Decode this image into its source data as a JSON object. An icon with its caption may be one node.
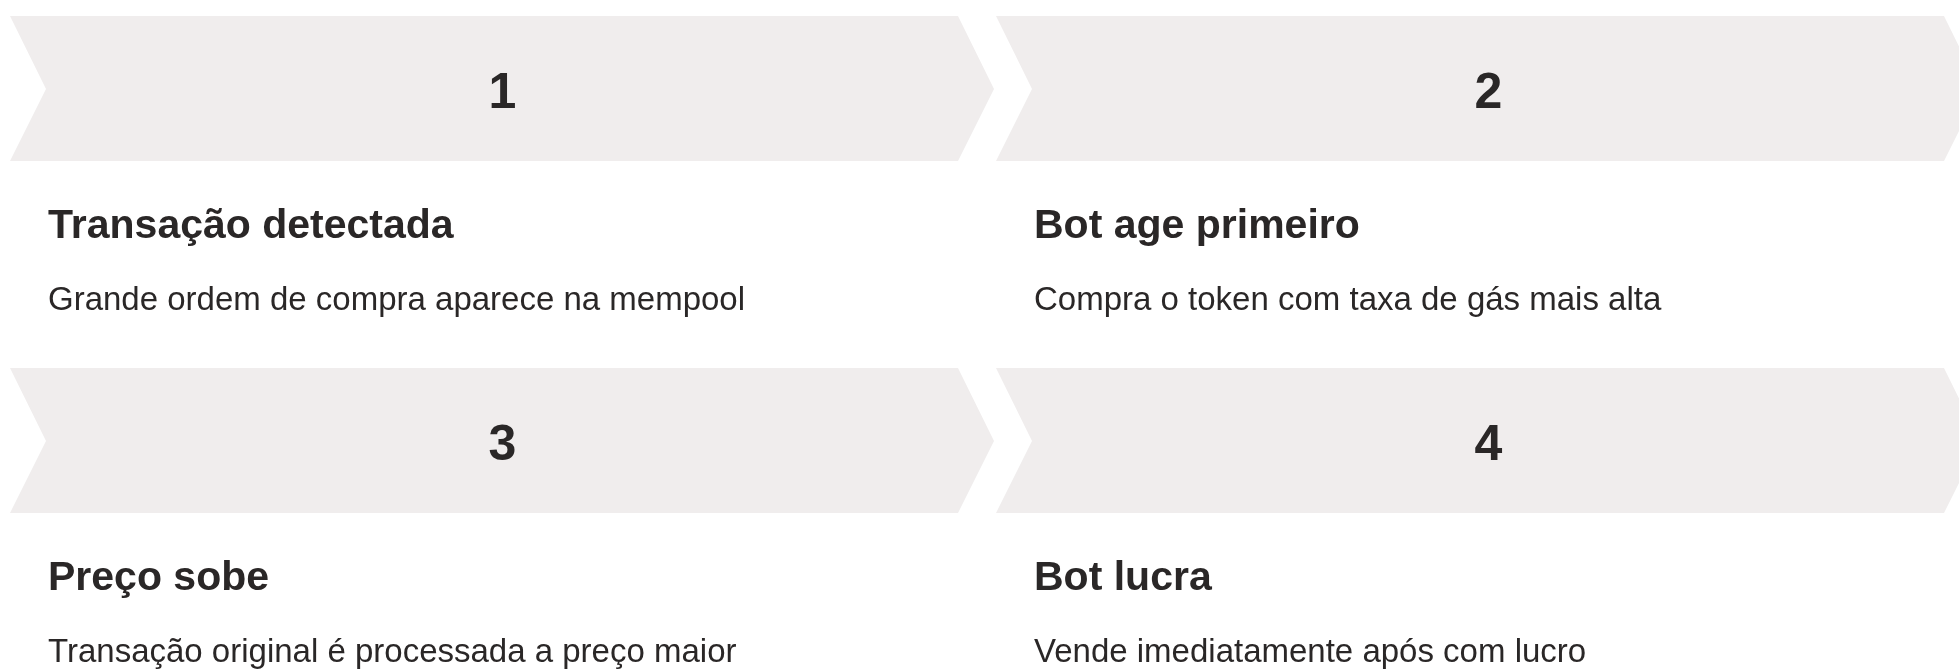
{
  "diagram": {
    "nodes": [
      {
        "text": [
          "1",
          "Transação detectada",
          "Grande ordem de compra aparece na mempool"
        ]
      },
      {
        "text": [
          "2",
          "Bot age primeiro",
          "Compra o token com taxa de gás mais alta"
        ]
      },
      {
        "text": [
          "3",
          "Preço sobe",
          "Transação original é processada a preço maior"
        ]
      },
      {
        "text": [
          "4",
          "Bot lucra",
          "Vende imediatamente após com lucro"
        ]
      }
    ]
  }
}
